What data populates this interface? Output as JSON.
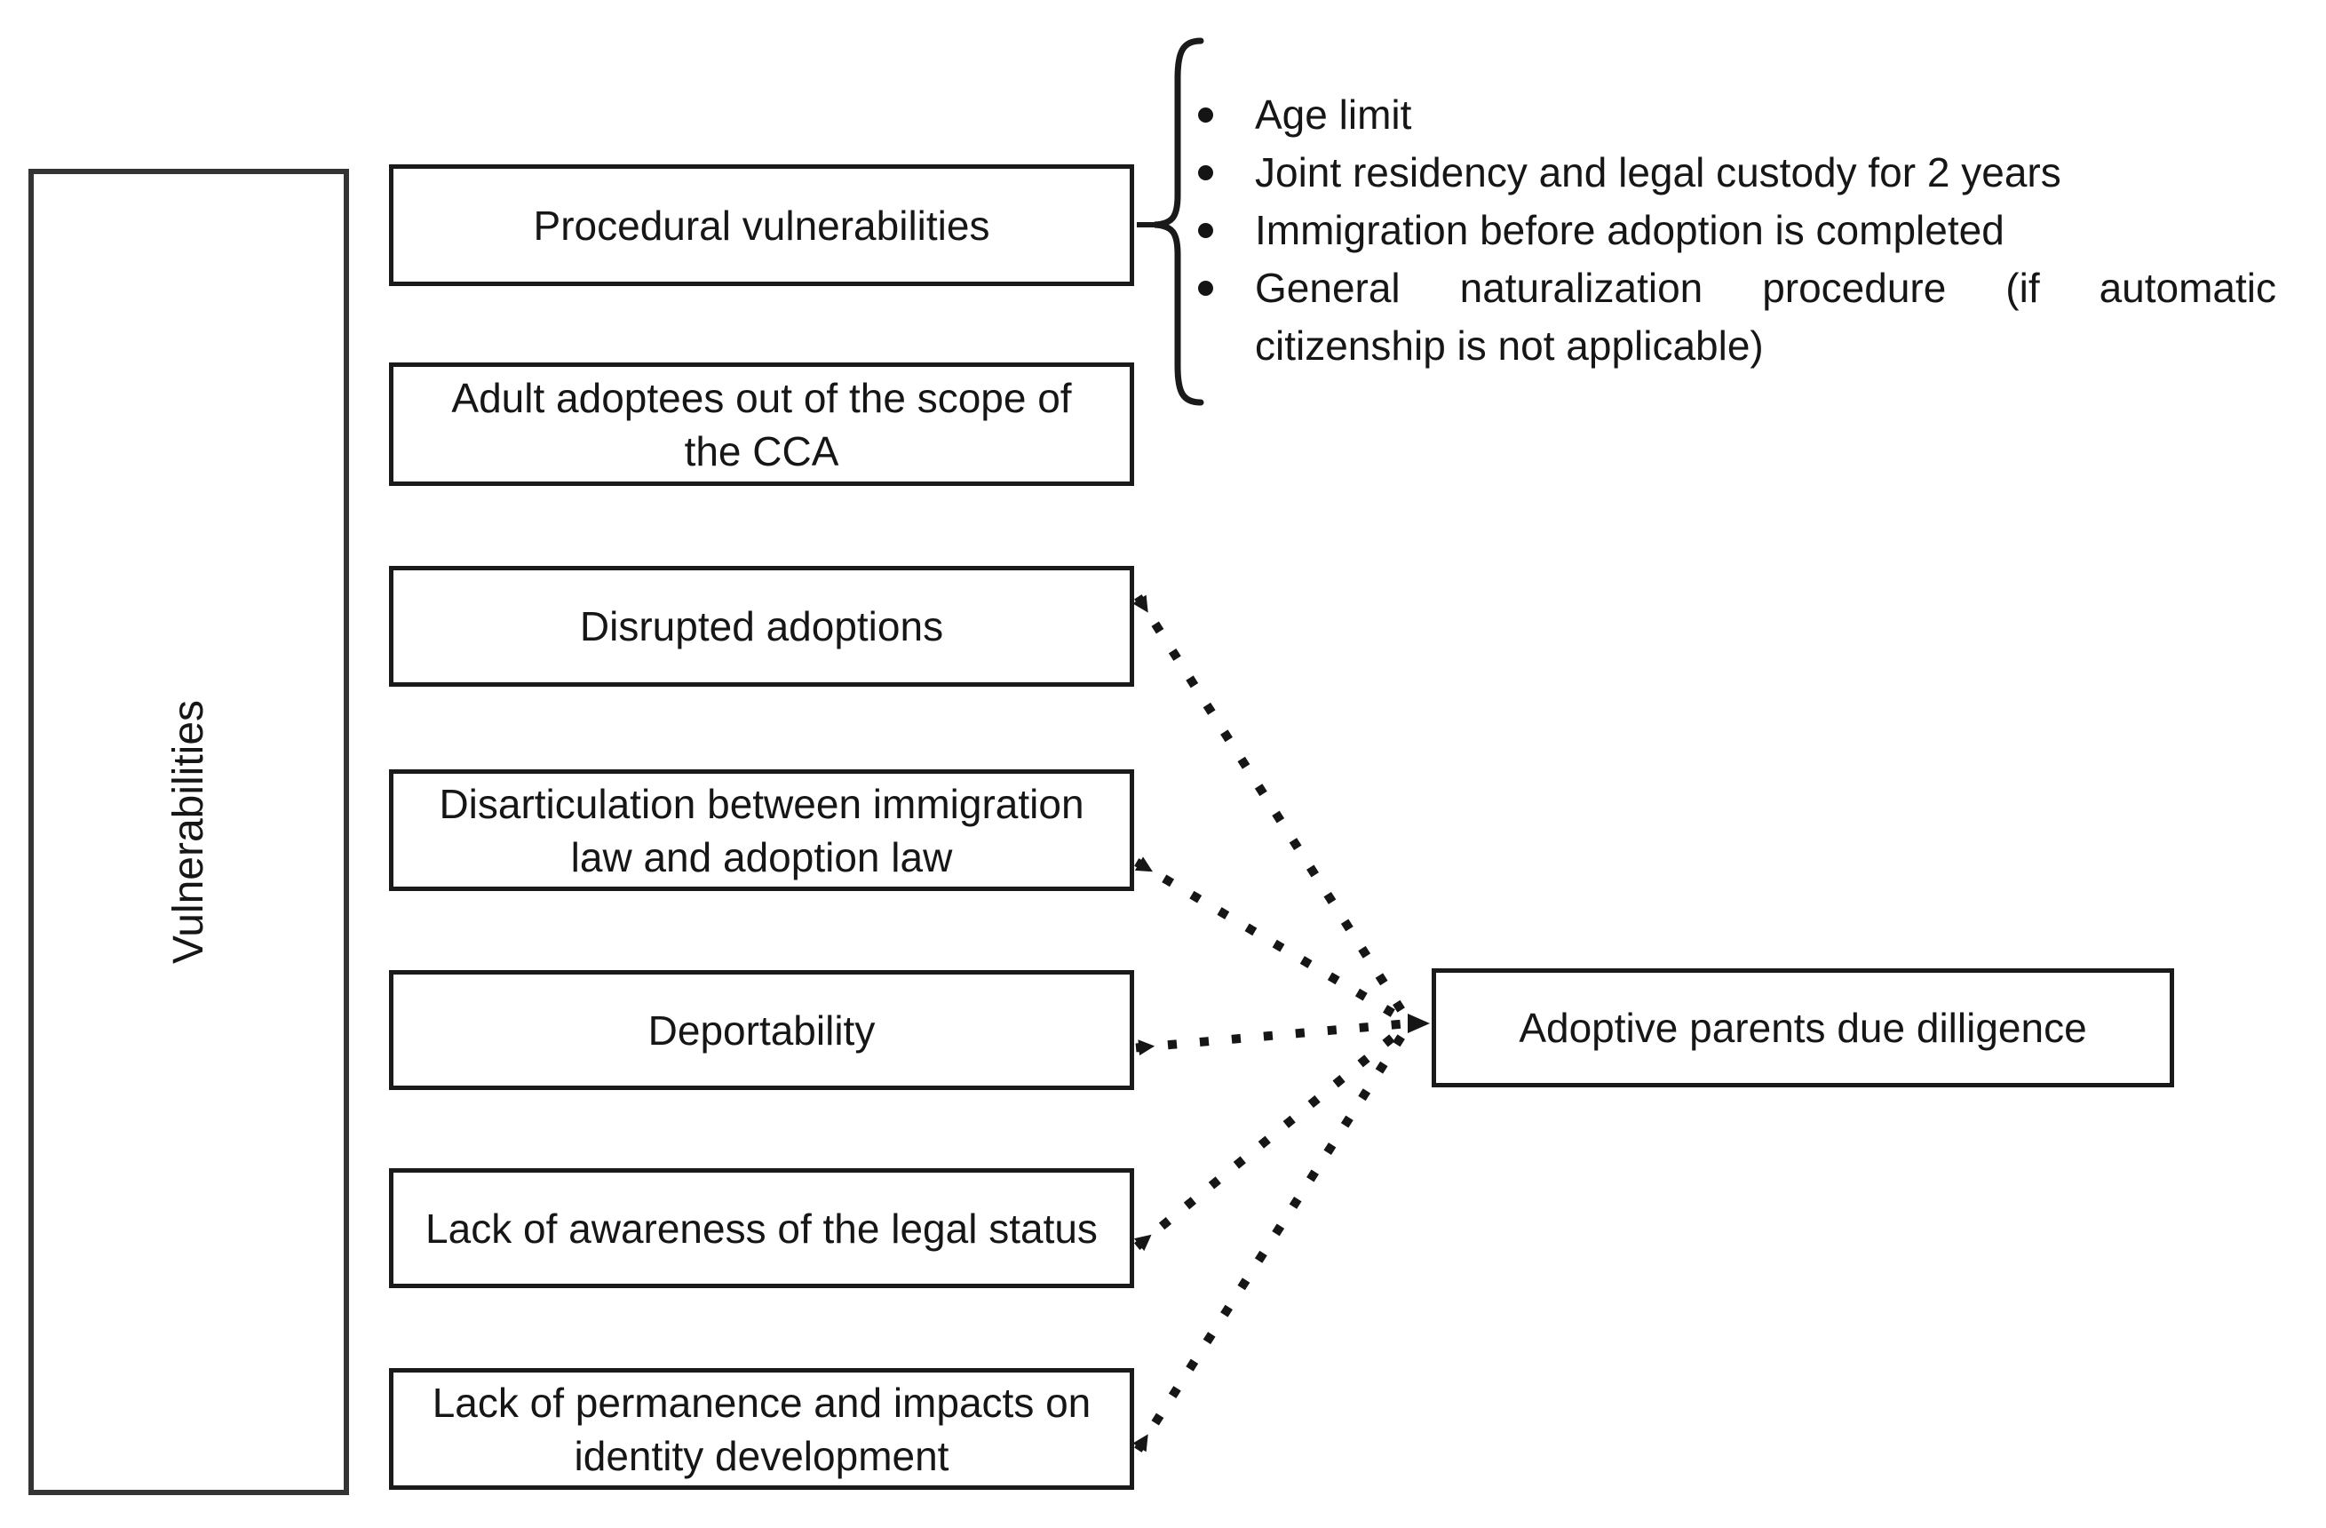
{
  "category": {
    "label": "Vulnerabilities"
  },
  "vulnerabilities": {
    "procedural": {
      "label": "Procedural vulnerabilities"
    },
    "adult_adoptees": {
      "label": "Adult adoptees out of the scope of the CCA"
    },
    "disrupted": {
      "label": "Disrupted adoptions"
    },
    "disarticulation": {
      "label": "Disarticulation between immigration law and adoption law"
    },
    "deportability": {
      "label": "Deportability"
    },
    "lack_of_awareness": {
      "label": "Lack of awareness of the legal status"
    },
    "lack_of_permanence": {
      "label": "Lack of permanence and impacts on identity development"
    }
  },
  "procedural_details": {
    "items": [
      "Age limit",
      "Joint residency and legal custody for 2 years",
      "Immigration before adoption is completed",
      "General naturalization procedure (if automatic citizenship is not applicable)"
    ]
  },
  "outcome": {
    "label": "Adoptive parents due dilligence"
  },
  "colors": {
    "ink": "#161616",
    "background": "#ffffff"
  }
}
